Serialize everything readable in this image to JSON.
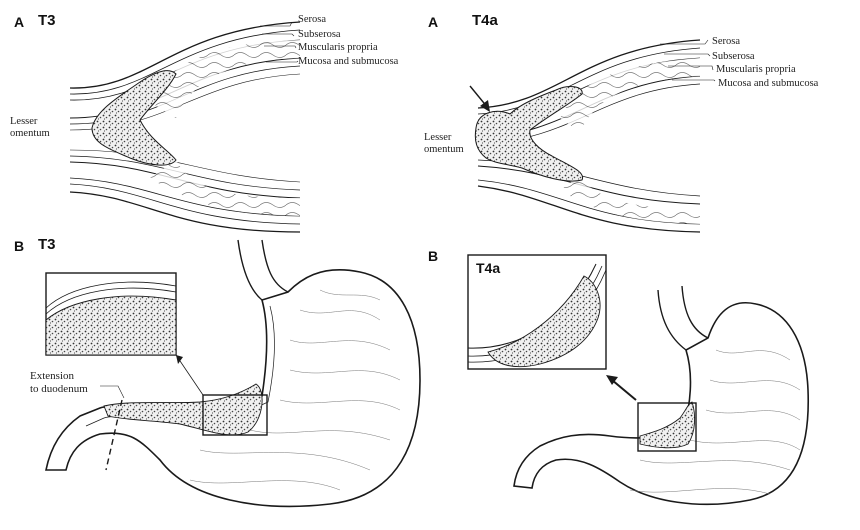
{
  "panels": {
    "top_left": {
      "letter": "A",
      "title": "T3"
    },
    "top_right": {
      "letter": "A",
      "title": "T4a"
    },
    "bottom_left": {
      "letter": "B",
      "title": "T3"
    },
    "bottom_right": {
      "letter": "B",
      "title": "T4a"
    }
  },
  "layers": [
    "Serosa",
    "Subserosa",
    "Muscularis propria",
    "Mucosa and submucosa"
  ],
  "lesser_omentum": {
    "line1": "Lesser",
    "line2": "omentum"
  },
  "extension_label": {
    "line1": "Extension",
    "line2": "to duodenum"
  },
  "colors": {
    "ink": "#1a1a1a",
    "tumor": "#e8e8e8",
    "background": "#ffffff"
  }
}
